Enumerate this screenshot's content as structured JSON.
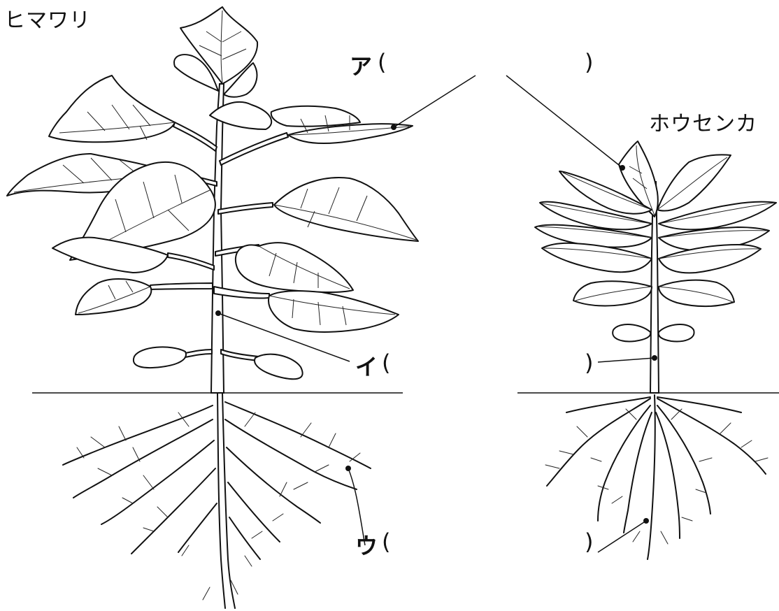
{
  "plants": {
    "left_name": "ヒマワリ",
    "right_name": "ホウセンカ"
  },
  "labels": {
    "a": {
      "mark": "ア",
      "open": "(",
      "close": ")"
    },
    "i": {
      "mark": "イ",
      "open": "(",
      "close": ")"
    },
    "u": {
      "mark": "ウ",
      "open": "(",
      "close": ")"
    }
  }
}
